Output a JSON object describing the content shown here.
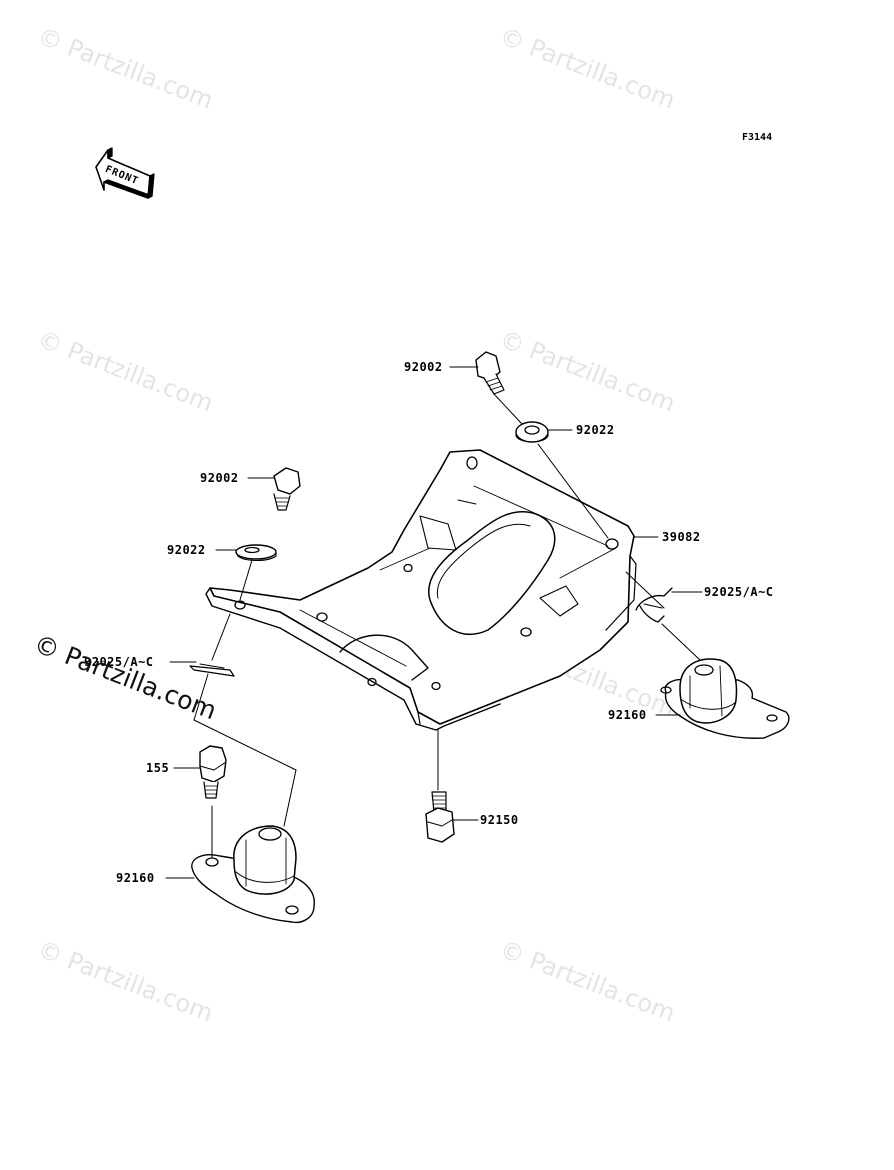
{
  "figure_code": "F3144",
  "front_label": "FRONT",
  "watermark": "© Partzilla.com",
  "part_labels": {
    "bolt_top": "92002",
    "washer_top": "92022",
    "bolt_left": "92002",
    "washer_left": "92022",
    "bracket": "39082",
    "clip_right": "92025/A~C",
    "clip_left": "92025/A~C",
    "damper_right": "92160",
    "nut_left": "155",
    "bolt_bottom": "92150",
    "damper_left": "92160"
  }
}
